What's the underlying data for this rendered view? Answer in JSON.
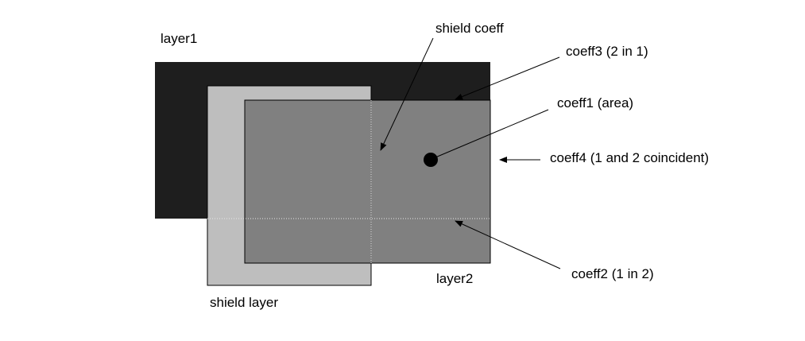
{
  "labels": {
    "layer1": "layer1",
    "layer2": "layer2",
    "shield_layer": "shield layer",
    "shield_coeff": "shield coeff",
    "coeff1": "coeff1 (area)",
    "coeff2": "coeff2 (1 in 2)",
    "coeff3": "coeff3 (2 in 1)",
    "coeff4": "coeff4 (1 and 2 coincident)"
  },
  "colors": {
    "layer1_fill": "#1e1e1e",
    "shield_layer_fill": "#bebebe",
    "layer2_fill": "#808080",
    "outline": "#000000",
    "arrow": "#000000"
  }
}
